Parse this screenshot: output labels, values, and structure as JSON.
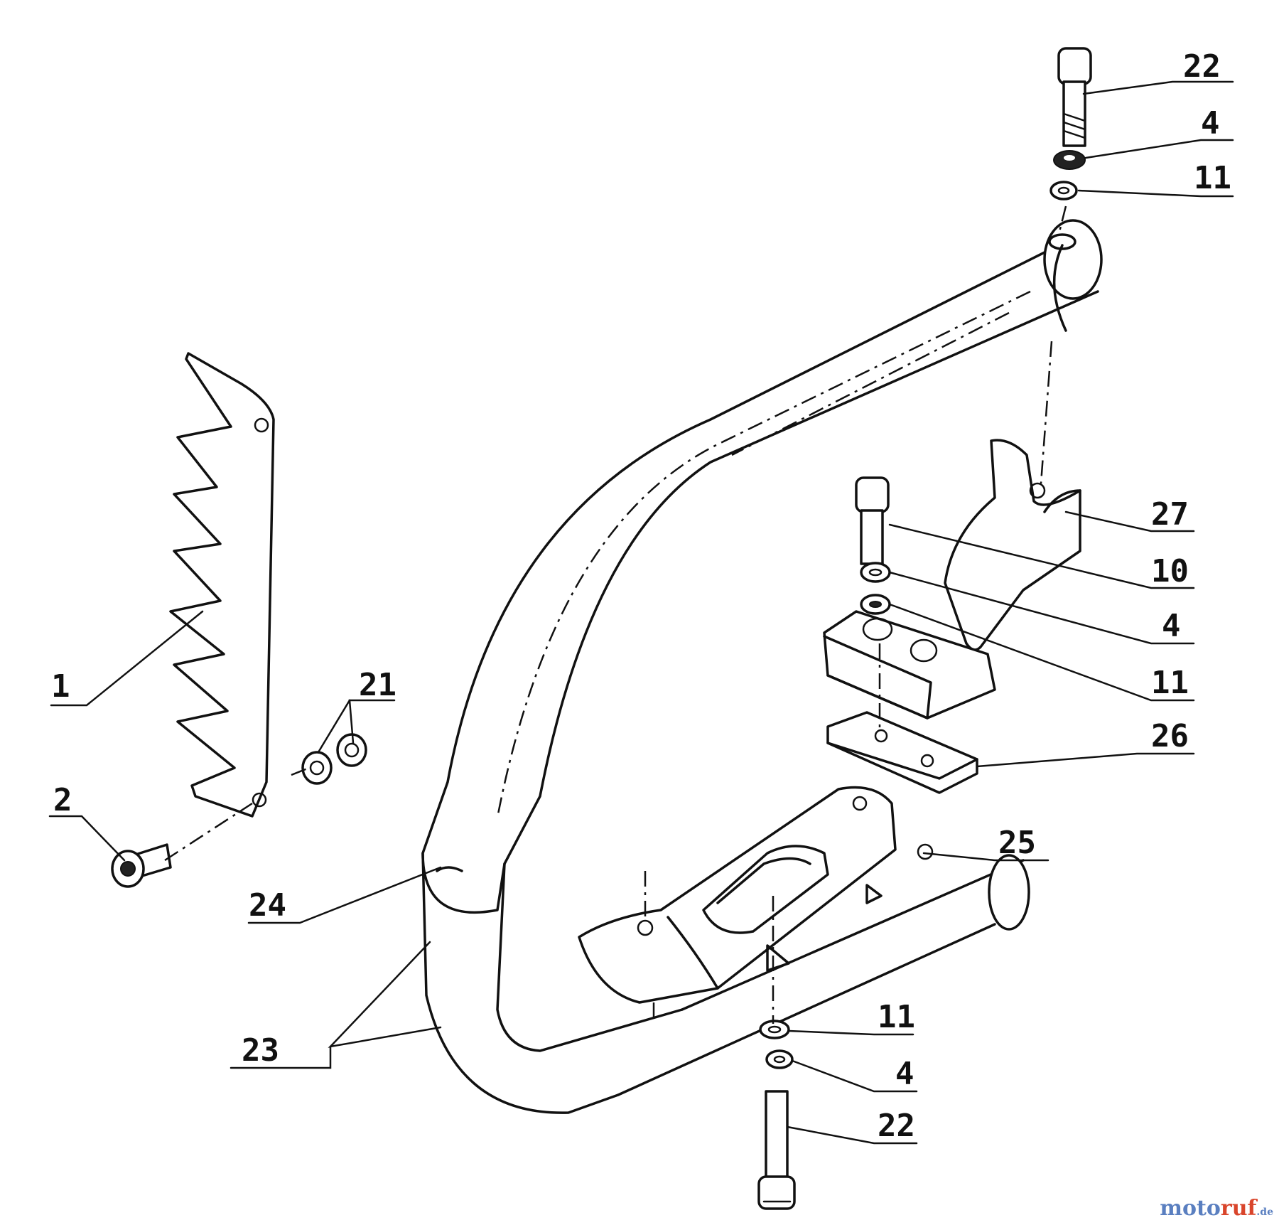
{
  "callouts": {
    "c22_top": "22",
    "c4_top": "4",
    "c11_top": "11",
    "c27": "27",
    "c10": "10",
    "c4_mid": "4",
    "c11_mid": "11",
    "c26": "26",
    "c25": "25",
    "c1": "1",
    "c21": "21",
    "c2": "2",
    "c24": "24",
    "c23": "23",
    "c11_bottom": "11",
    "c4_bottom": "4",
    "c22_bottom": "22"
  },
  "watermark": {
    "part_a": "moto",
    "part_b": "ruf",
    "tld": ".de"
  },
  "colors": {
    "ink": "#111111",
    "watermark_blue": "#5a7fc0",
    "watermark_red": "#d9452b"
  }
}
